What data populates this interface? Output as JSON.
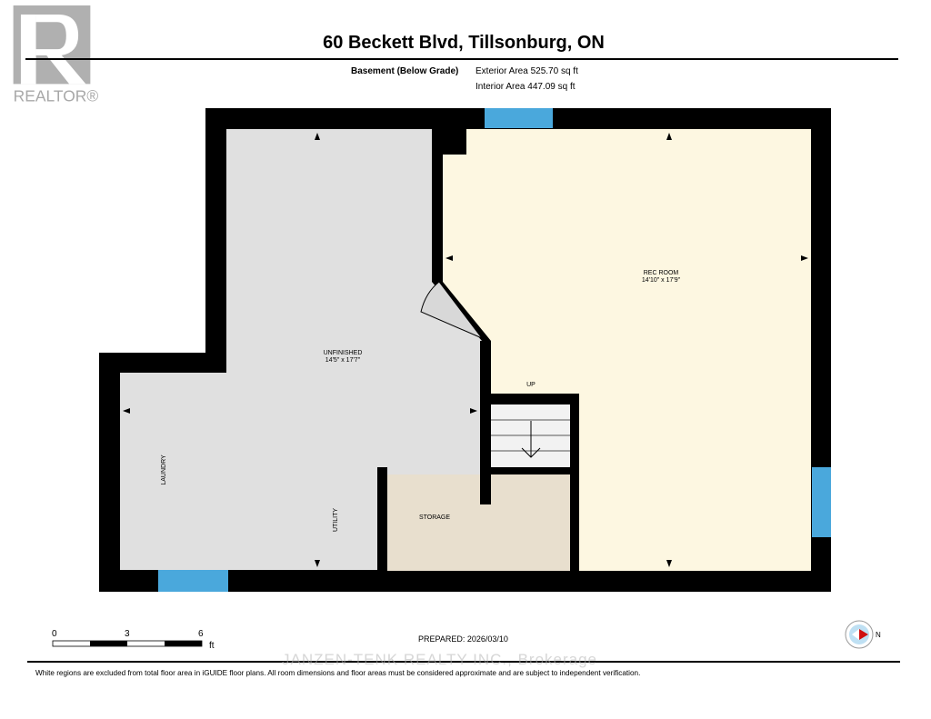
{
  "logo": {
    "text": "REALTOR®"
  },
  "header": {
    "title": "60 Beckett Blvd, Tillsonburg, ON",
    "level": "Basement (Below Grade)",
    "exterior_area": "Exterior Area 525.70 sq ft",
    "interior_area": "Interior Area 447.09 sq ft"
  },
  "rooms": {
    "rec_room": {
      "name": "REC ROOM",
      "dims": "14'10\" x 17'9\""
    },
    "unfinished": {
      "name": "UNFINISHED",
      "dims": "14'5\" x 17'7\""
    },
    "storage": {
      "name": "STORAGE"
    },
    "laundry": {
      "name": "LAUNDRY"
    },
    "utility": {
      "name": "UTILITY"
    },
    "stairs": {
      "label": "UP"
    }
  },
  "scale": {
    "ticks": [
      "0",
      "3",
      "6"
    ],
    "unit": "ft"
  },
  "compass": {
    "label": "N"
  },
  "footer": {
    "prepared": "PREPARED: 2026/03/10",
    "watermark": "JANZEN-TENK REALTY INC., Brokerage",
    "disclaimer": "White regions are excluded from total floor area in iGUIDE floor plans. All room dimensions and floor areas must be considered approximate and are subject to independent verification."
  },
  "colors": {
    "wall": "#000000",
    "unfinished": "#e0e0e0",
    "rec_room": "#fdf7e1",
    "storage": "#e8dfce",
    "window": "#4aa8dc"
  }
}
